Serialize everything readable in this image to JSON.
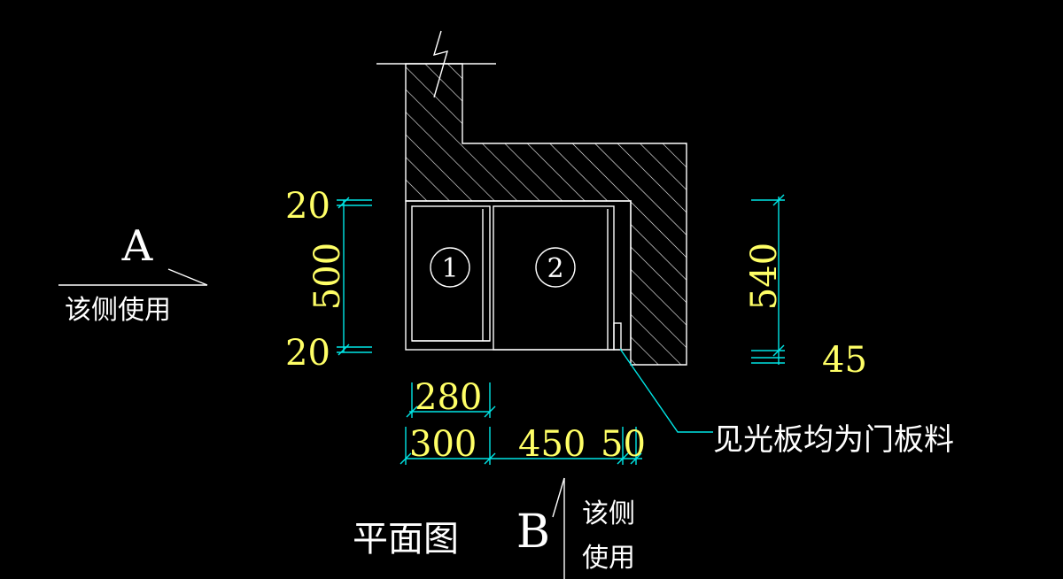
{
  "view_marks": {
    "a": {
      "letter": "A",
      "note": "该侧使用"
    },
    "b": {
      "letter": "B",
      "note_line1": "该侧",
      "note_line2": "使用"
    }
  },
  "title": "平面图",
  "dimensions": {
    "left_top": "20",
    "left_mid": "500",
    "left_bottom": "20",
    "right_height": "540",
    "right_offset": "45",
    "bottom_inner": "280",
    "bottom_a": "300",
    "bottom_b": "450",
    "bottom_c": "50"
  },
  "compartments": {
    "one": "1",
    "two": "2"
  },
  "callout": "见光板均为门板料",
  "colors": {
    "line": "#ffffff",
    "dimension_line": "#00e5e5",
    "dimension_text": "#ffff66",
    "background": "#000000"
  }
}
